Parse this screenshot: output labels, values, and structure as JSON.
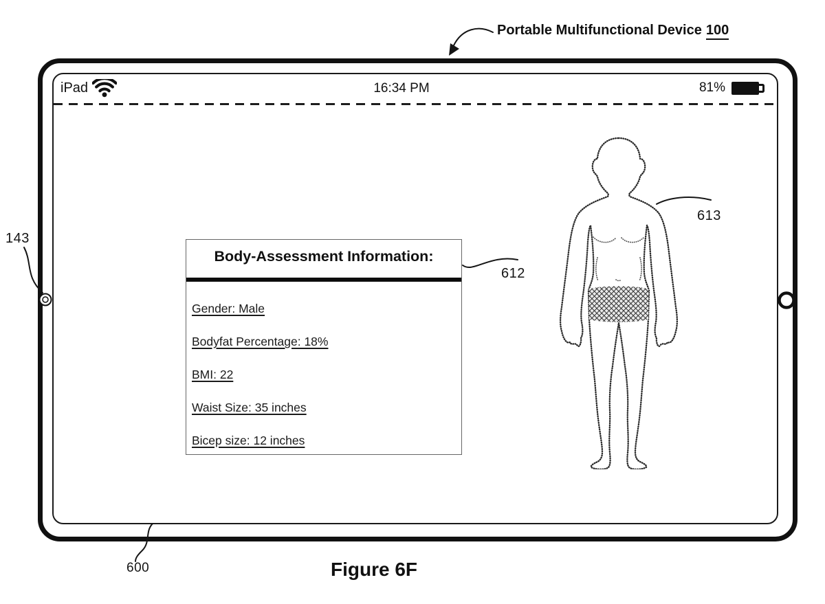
{
  "figure": {
    "title_label": "Portable Multifunctional Device",
    "title_number": "100",
    "caption": "Figure 6F",
    "ref_143": "143",
    "ref_600": "600",
    "ref_612": "612",
    "ref_613": "613"
  },
  "status_bar": {
    "device_name": "iPad",
    "time": "16:34 PM",
    "battery_percent": "81%"
  },
  "info_box": {
    "title": "Body-Assessment Information:",
    "items": [
      {
        "text": "Gender: Male"
      },
      {
        "text": "Bodyfat Percentage: 18%"
      },
      {
        "text": "BMI: 22"
      },
      {
        "text": "Waist Size: 35 inches"
      },
      {
        "text": "Bicep size: 12 inches"
      }
    ]
  },
  "icons": {
    "wifi": "wifi-icon",
    "battery": "battery-icon",
    "mic_port": "mic-port-icon",
    "side_button": "side-button-icon",
    "body_model": "male-body-outline"
  },
  "colors": {
    "ink": "#111111",
    "shorts_hatch": "#2f2f2f",
    "box_border": "#666666"
  }
}
